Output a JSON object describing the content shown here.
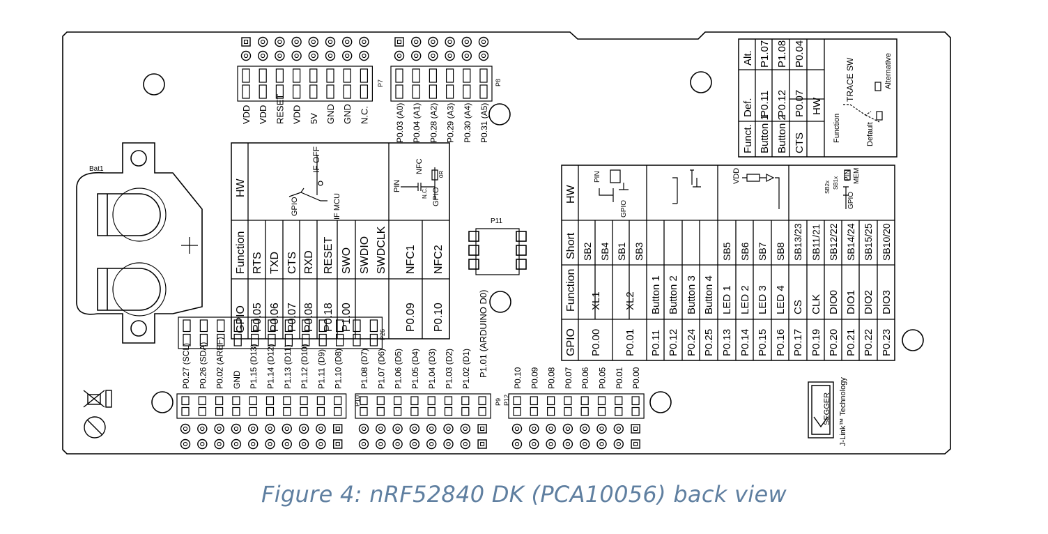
{
  "caption": "Figure 4: nRF52840 DK (PCA10056) back view",
  "labels": {
    "bat1": "Bat1",
    "p7": "P7",
    "p8": "P8",
    "p11": "P11",
    "p26": "P26",
    "p9": "P9",
    "p10": "P10",
    "p12": "P12",
    "arduino_d0": "P1.01 (ARDUINO D0)",
    "segger": "SEGGER",
    "jlink": "J-Link™ Technology"
  },
  "p7_labels": [
    "VDD",
    "VDD",
    "RESET",
    "VDD",
    "5V",
    "GND",
    "GND",
    "N.C."
  ],
  "p8_labels": [
    "P0.03 (A0)",
    "P0.04 (A1)",
    "P0.28 (A2)",
    "P0.29 (A3)",
    "P0.30 (A4)",
    "P0.31 (A5)"
  ],
  "p10_labels": [
    "P0.27 (SCL)",
    "P0.26 (SDA)",
    "P0.02 (AREF)",
    "GND",
    "P1.15 (D13)",
    "P1.14 (D12)",
    "P1.13 (D11)",
    "P1.12 (D10)",
    "P1.11 (D9)",
    "P1.10 (D8)"
  ],
  "p9_labels": [
    "P1.08 (D7)",
    "P1.07 (D6)",
    "P1.06 (D5)",
    "P1.05 (D4)",
    "P1.04 (D3)",
    "P1.03 (D2)",
    "P1.02 (D1)"
  ],
  "p12_labels": [
    "P0.10",
    "P0.09",
    "P0.08",
    "P0.07",
    "P0.06",
    "P0.05",
    "P0.01",
    "P0.00"
  ],
  "if_table": {
    "headers": [
      "GPIO",
      "Function",
      "HW"
    ],
    "rows": [
      [
        "P0.05",
        "RTS"
      ],
      [
        "P0.06",
        "TXD"
      ],
      [
        "P0.07",
        "CTS"
      ],
      [
        "P0.08",
        "RXD"
      ],
      [
        "P0.18",
        "RESET"
      ],
      [
        "P1.00",
        "SWO"
      ],
      [
        "",
        "SWDIO"
      ],
      [
        "",
        "SWDCLK"
      ],
      [
        "P0.09",
        "NFC1"
      ],
      [
        "P0.10",
        "NFC2"
      ]
    ],
    "hw_labels": [
      "GPIO",
      "IF OFF",
      "IF MCU",
      "PIN",
      "NFC",
      "N.C.",
      "GPIO",
      "0R"
    ]
  },
  "trace_table": {
    "headers": [
      "Funct.",
      "Def.",
      "Alt."
    ],
    "rows": [
      [
        "Button 1",
        "P0.11",
        "P1.07"
      ],
      [
        "Button 2",
        "P0.12",
        "P1.08"
      ],
      [
        "CTS",
        "P0.07",
        "P0.04"
      ]
    ],
    "hw_header": "HW",
    "hw_labels": [
      "TRACE SW",
      "Alternative",
      "Function",
      "Default"
    ]
  },
  "main_table": {
    "headers": [
      "GPIO",
      "Function",
      "Short",
      "HW"
    ],
    "gpio": [
      "P0.00",
      "P0.01",
      "P0.11",
      "P0.12",
      "P0.24",
      "P0.25",
      "P0.13",
      "P0.14",
      "P0.15",
      "P0.16",
      "P0.17",
      "P0.19",
      "P0.20",
      "P0.21",
      "P0.22",
      "P0.23"
    ],
    "function": [
      "XL1",
      "XL2",
      "Button 1",
      "Button 2",
      "Button 3",
      "Button 4",
      "LED 1",
      "LED 2",
      "LED 3",
      "LED 4",
      "CS",
      "CLK",
      "DIO0",
      "DIO1",
      "DIO2",
      "DIO3"
    ],
    "short": [
      "SB2",
      "SB4",
      "SB1",
      "SB3",
      "",
      "",
      "",
      "",
      "SB5",
      "SB6",
      "SB7",
      "SB8",
      "SB13/23",
      "SB11/21",
      "SB12/22",
      "SB14/24",
      "SB15/25",
      "SB10/20"
    ],
    "hw_labels": [
      "PIN",
      "GPIO",
      "VDD",
      "SB2x",
      "SB1x",
      "PIN",
      "MEM",
      "GPIO"
    ]
  }
}
